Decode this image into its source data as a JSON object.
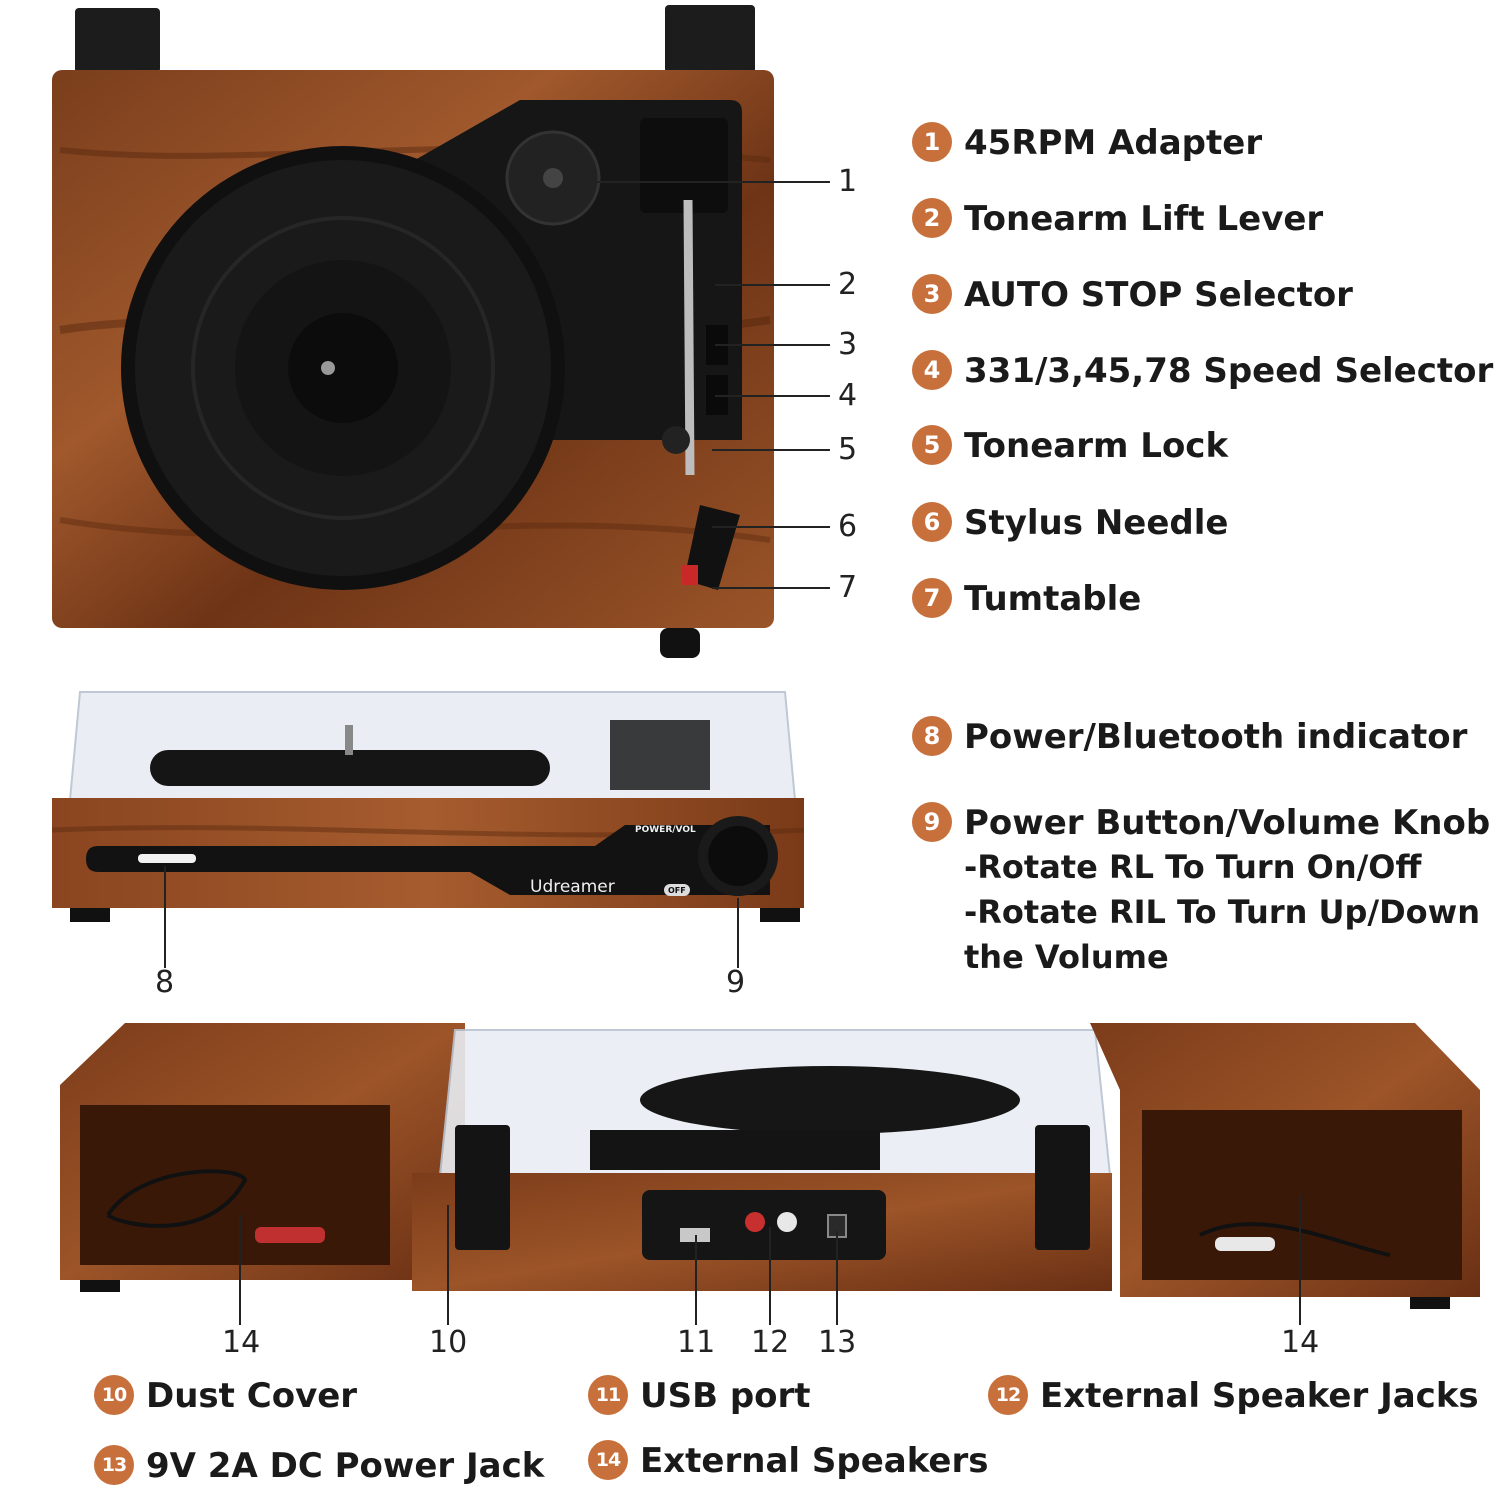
{
  "colors": {
    "badge": "#c8703c",
    "wood": "#8a4a22",
    "wood_dark": "#5a2a10",
    "black": "#141414"
  },
  "top_callouts": [
    "1",
    "2",
    "3",
    "4",
    "5",
    "6",
    "7"
  ],
  "front_callouts": [
    "8",
    "9"
  ],
  "bottom_callouts": [
    "14",
    "10",
    "11",
    "12",
    "13",
    "14"
  ],
  "device": {
    "brand": "Udreamer",
    "power_label": "POWER/VOL",
    "off_label": "OFF"
  },
  "features": [
    {
      "num": "1",
      "label": "45RPM Adapter"
    },
    {
      "num": "2",
      "label": "Tonearm Lift Lever"
    },
    {
      "num": "3",
      "label": "AUTO STOP Selector"
    },
    {
      "num": "4",
      "label": "331/3,45,78 Speed Selector"
    },
    {
      "num": "5",
      "label": "Tonearm Lock"
    },
    {
      "num": "6",
      "label": "Stylus Needle"
    },
    {
      "num": "7",
      "label": "Tumtable"
    },
    {
      "num": "8",
      "label": "Power/Bluetooth indicator"
    },
    {
      "num": "9",
      "label": "Power Button/Volume Knob",
      "lines": [
        "-Rotate RL To Turn On/Off",
        "-Rotate RIL To Turn Up/Down",
        "the Volume"
      ]
    },
    {
      "num": "10",
      "label": "Dust Cover"
    },
    {
      "num": "11",
      "label": "USB port"
    },
    {
      "num": "12",
      "label": "External Speaker Jacks"
    },
    {
      "num": "13",
      "label": "9V 2A DC Power Jack"
    },
    {
      "num": "14",
      "label": "External Speakers"
    }
  ]
}
